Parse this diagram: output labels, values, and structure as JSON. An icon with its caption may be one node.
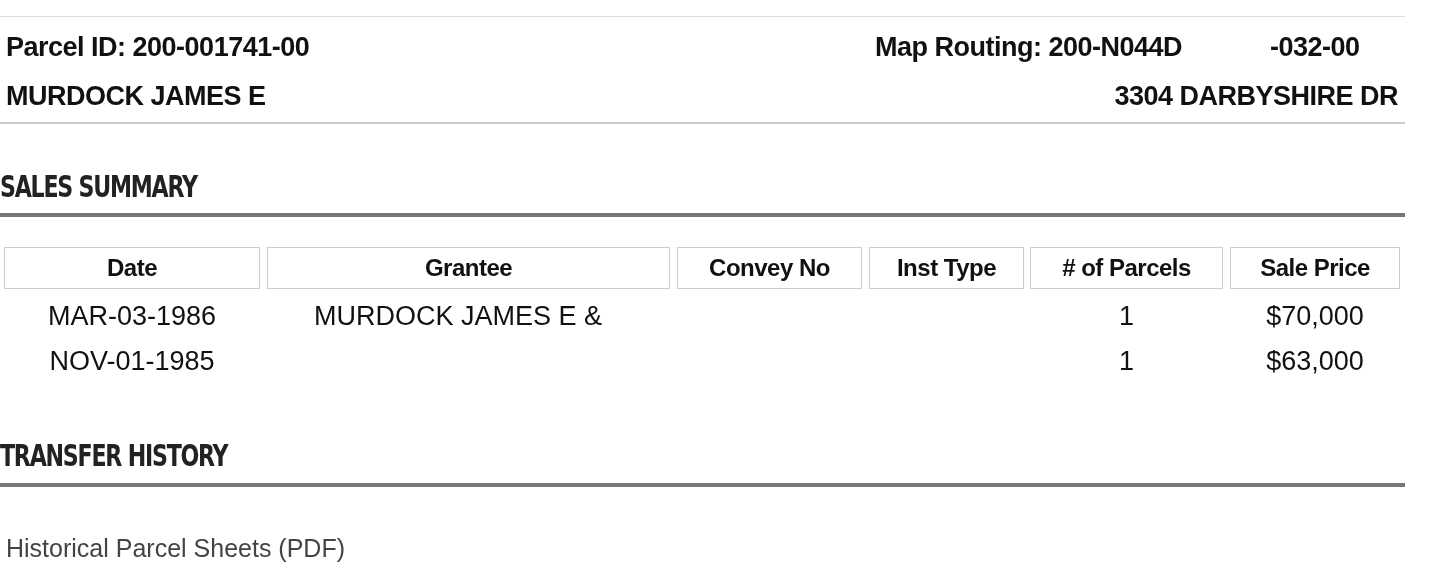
{
  "diagram": {
    "labels": [
      "Parcel ID: 200-001741-00",
      "Map Routing: 200-N044D",
      "-032-00",
      "MURDOCK JAMES E",
      "3304 DARBYSHIRE DR",
      "SALES SUMMARY",
      "Date",
      "Grantee",
      "Convey No",
      "Inst Type",
      "# of Parcels",
      "Sale Price",
      "MAR-03-1986",
      "MURDOCK JAMES E &",
      "1",
      "$70,000",
      "NOV-01-1985",
      "1",
      "$63,000",
      "TRANSFER HISTORY",
      "Historical Parcel Sheets (PDF)"
    ]
  }
}
